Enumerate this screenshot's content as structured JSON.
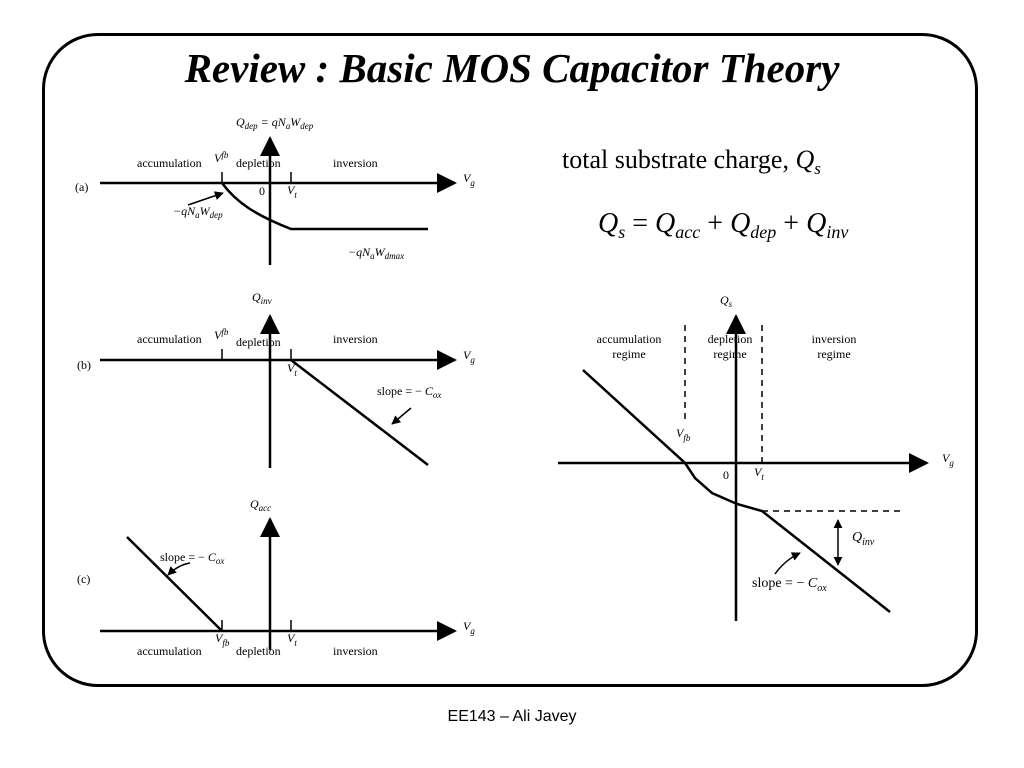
{
  "title": "Review : Basic MOS Capacitor Theory",
  "footer": "EE143 – Ali Javey",
  "labels": {
    "accumulation": "accumulation",
    "depletion": "depletion",
    "inversion": "inversion",
    "zero": "0",
    "panel_a": "(a)",
    "panel_b": "(b)",
    "panel_c": "(c)",
    "slope_text": "slope = ",
    "minus": "− ",
    "total_charge_text": "total substrate charge, ",
    "accumulation_regime_1": "accumulation",
    "accumulation_regime_2": "regime",
    "depletion_regime_1": "depletion",
    "depletion_regime_2": "regime",
    "inversion_regime_1": "inversion",
    "inversion_regime_2": "regime"
  },
  "symbols": {
    "V": "V",
    "g": "g",
    "fb": "fb",
    "t": "t",
    "Q": "Q",
    "dep": "dep",
    "inv": "inv",
    "acc": "acc",
    "s": "s",
    "qNaWdep_eq": "= qN",
    "minus_qN": "−qN",
    "a": "a",
    "W": "W",
    "dmax": "dmax",
    "C": "C",
    "ox": "ox",
    "eq": "= ",
    "plus": " + "
  }
}
